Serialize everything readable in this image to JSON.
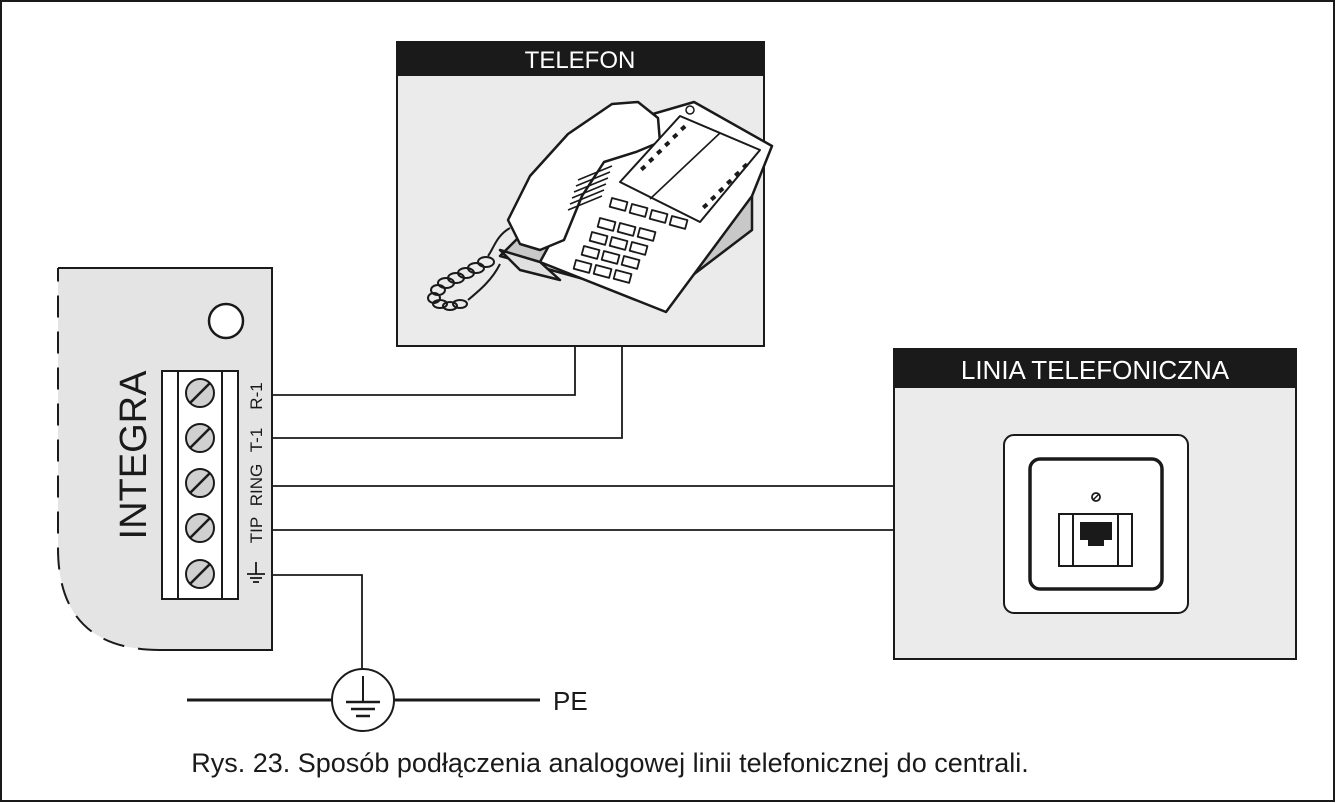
{
  "panel": {
    "name": "INTEGRA",
    "terminals": [
      "R-1",
      "T-1",
      "RING",
      "TIP",
      "⏚"
    ]
  },
  "telefon": {
    "header": "TELEFON"
  },
  "line": {
    "header": "LINIA TELEFONICZNA"
  },
  "ground": {
    "label": "PE"
  },
  "caption": "Rys. 23. Sposób podłączenia analogowej linii telefonicznej do centrali.",
  "colors": {
    "line": "#1a1a1a",
    "panel_fill": "#e4e4e4",
    "box_fill": "#ebebeb",
    "header_fill": "#1a1a1a",
    "header_text": "#ffffff",
    "screw_fill": "#d0d0d0"
  }
}
